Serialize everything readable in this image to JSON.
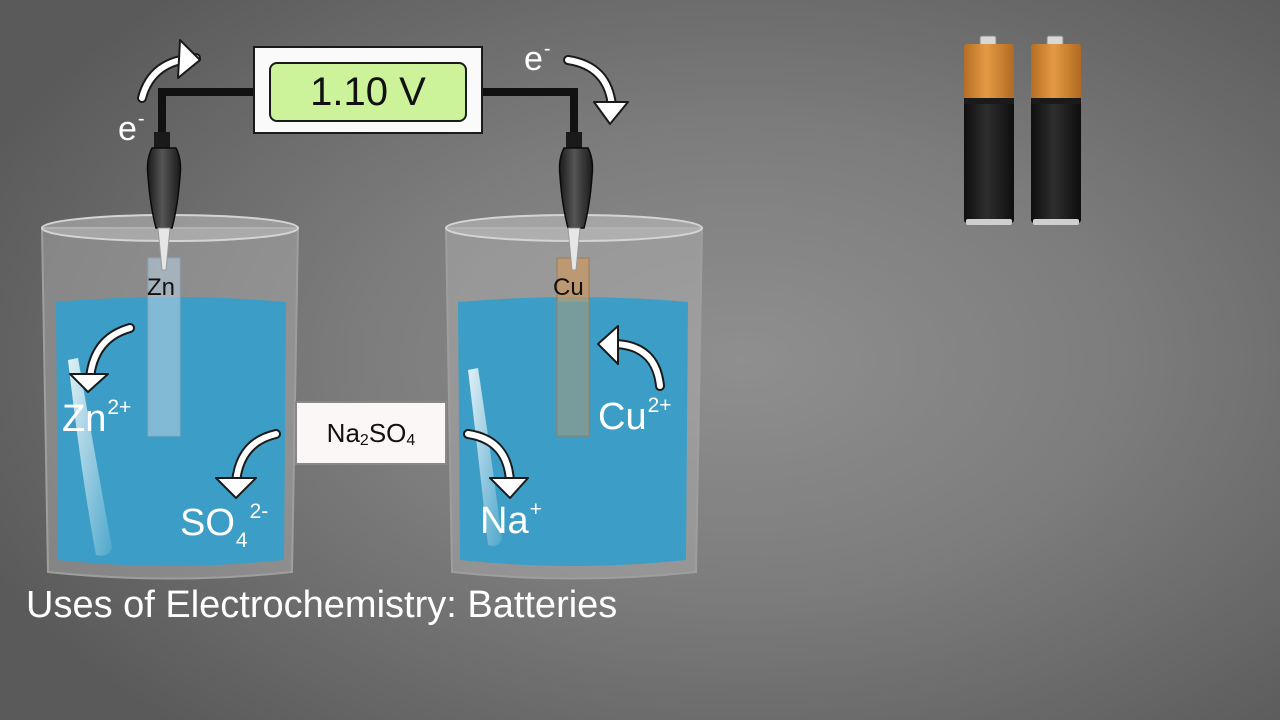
{
  "voltmeter": {
    "reading": "1.10 V"
  },
  "electron_flow": {
    "left": {
      "symbol": "e",
      "charge": "-"
    },
    "right": {
      "symbol": "e",
      "charge": "-"
    }
  },
  "left_cell": {
    "electrode": "Zn",
    "cation": {
      "symbol": "Zn",
      "charge": "2+"
    },
    "anion": {
      "symbol": "SO",
      "subscript": "4",
      "charge": "2-"
    }
  },
  "right_cell": {
    "electrode": "Cu",
    "cation": {
      "symbol": "Cu",
      "charge": "2+"
    },
    "migrating_ion": {
      "symbol": "Na",
      "charge": "+"
    }
  },
  "salt_bridge": {
    "part1": "Na",
    "sub1": "2",
    "part2": "SO",
    "sub2": "4"
  },
  "caption": "Uses of Electrochemistry: Batteries",
  "colors": {
    "solution": "#3c9ec6",
    "display": "#ccf29a",
    "copper": "#d69a5a",
    "battery_top": "#d58a36",
    "battery_body": "#1e1e1e"
  }
}
